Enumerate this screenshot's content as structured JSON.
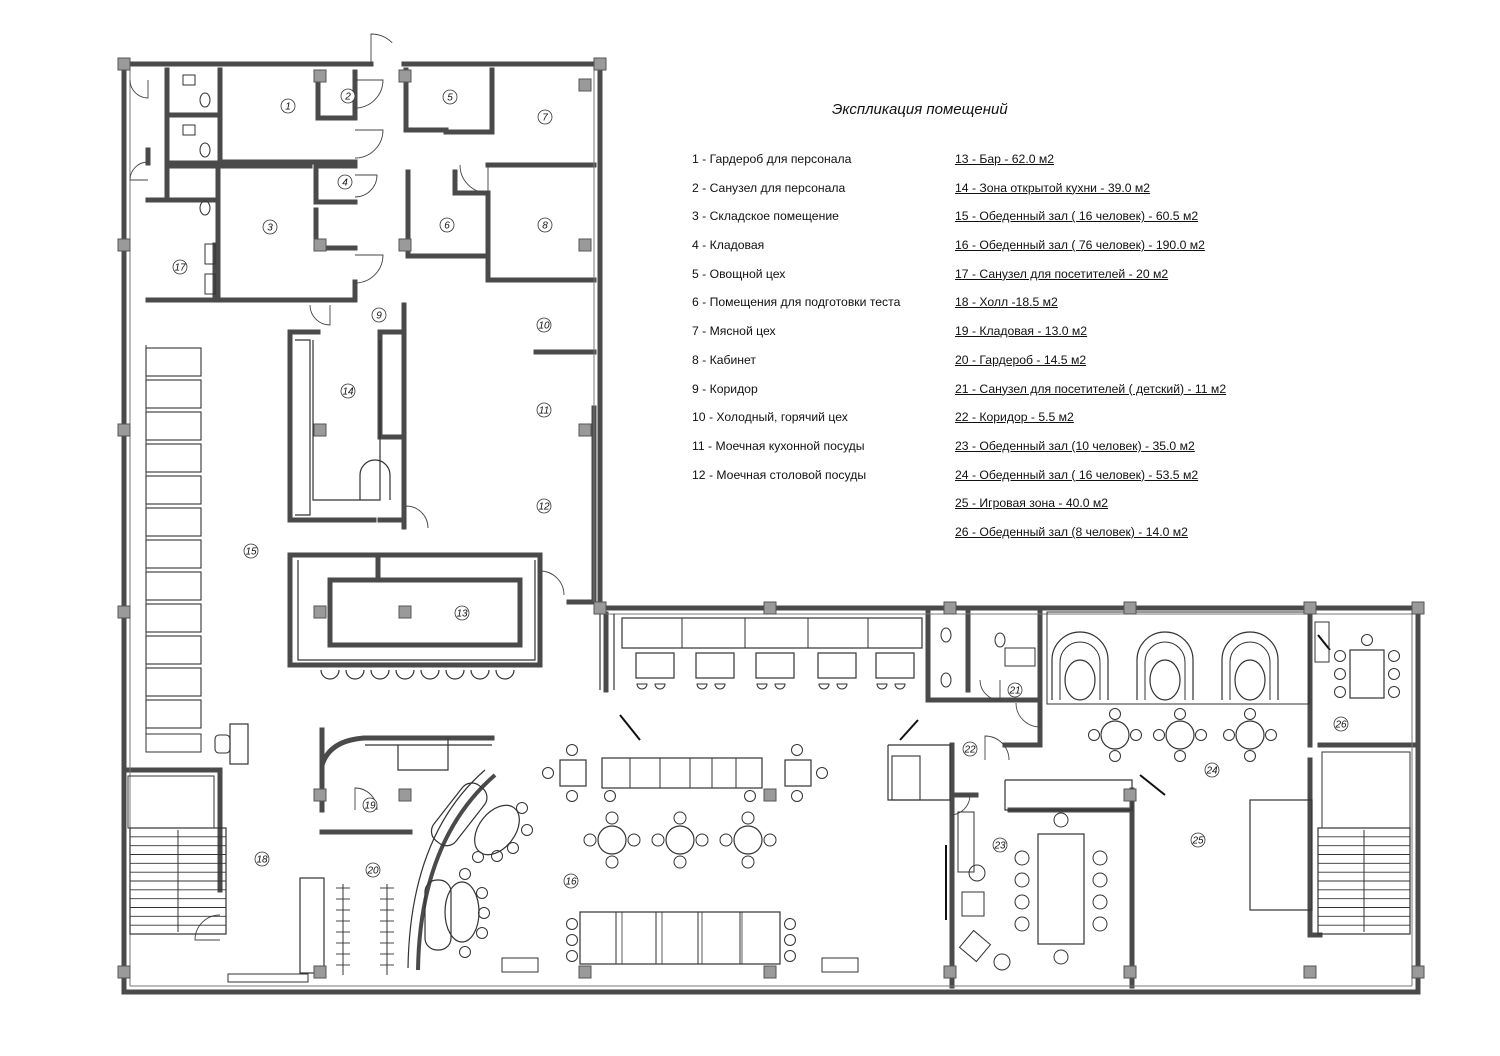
{
  "explication": {
    "title": "Экспликация помещений",
    "left_items": [
      "1 - Гардероб для персонала",
      "2 - Санузел для персонала",
      "3 - Складское помещение",
      "4 - Кладовая",
      "5 - Овощной цех",
      "6 - Помещения для подготовки теста",
      "7 - Мясной цех",
      "8 - Кабинет",
      "9 - Коридор",
      "10 - Холодный, горячий цех",
      "11 - Моечная кухонной посуды",
      "12 - Моечная столовой посуды"
    ],
    "right_items": [
      "13 - Бар - 62.0 м2",
      "14 - Зона открытой кухни - 39.0 м2",
      "15 - Обеденный зал ( 16 человек) - 60.5 м2",
      "16 - Обеденный зал ( 76 человек) - 190.0 м2",
      "17 - Санузел для посетителей - 20 м2",
      "18 - Холл -18.5 м2",
      "19 - Кладовая - 13.0 м2",
      "20 - Гардероб - 14.5 м2",
      "21 - Санузел для посетителей ( детский) - 11 м2",
      "22 - Коридор - 5.5 м2",
      "23 - Обеденный зал (10 человек) - 35.0 м2",
      "24 - Обеденный зал ( 16 человек) - 53.5 м2",
      "25 - Игровая зона - 40.0 м2",
      "26 - Обеденный зал (8 человек) - 14.0 м2"
    ]
  },
  "room_numbers": [
    "1",
    "2",
    "3",
    "4",
    "5",
    "6",
    "7",
    "8",
    "9",
    "10",
    "11",
    "12",
    "13",
    "14",
    "15",
    "16",
    "17",
    "18",
    "19",
    "20",
    "21",
    "22",
    "23",
    "24",
    "25",
    "26"
  ]
}
